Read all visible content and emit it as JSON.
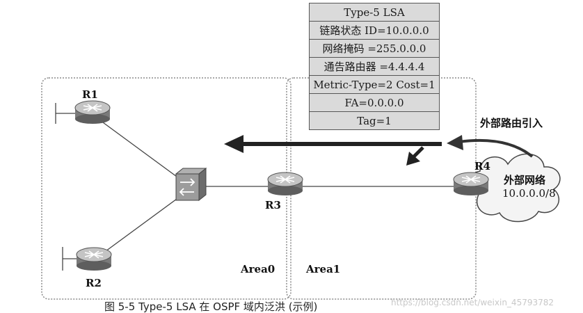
{
  "lsa": {
    "rows": [
      "Type-5 LSA",
      "链路状态 ID=10.0.0.0",
      "网络掩码 =255.0.0.0",
      "通告路由器 =4.4.4.4",
      "Metric-Type=2  Cost=1",
      "FA=0.0.0.0",
      "Tag=1"
    ]
  },
  "routers": {
    "r1": "R1",
    "r2": "R2",
    "r3": "R3",
    "r4": "R4"
  },
  "areas": {
    "area0": "Area0",
    "area1": "Area1"
  },
  "external": {
    "import_label": "外部路由引入",
    "network_name": "外部网络",
    "network_prefix": "10.0.0.0/8"
  },
  "caption": "图 5-5 Type-5 LSA 在 OSPF 域内泛洪 (示例)",
  "watermark": "https://blog.csdn.net/weixin_45793782",
  "colors": {
    "router_body": "#7a7a7a",
    "router_top": "#c4c4c4",
    "table_bg": "#dadada",
    "area_border": "#8a8a8a"
  }
}
